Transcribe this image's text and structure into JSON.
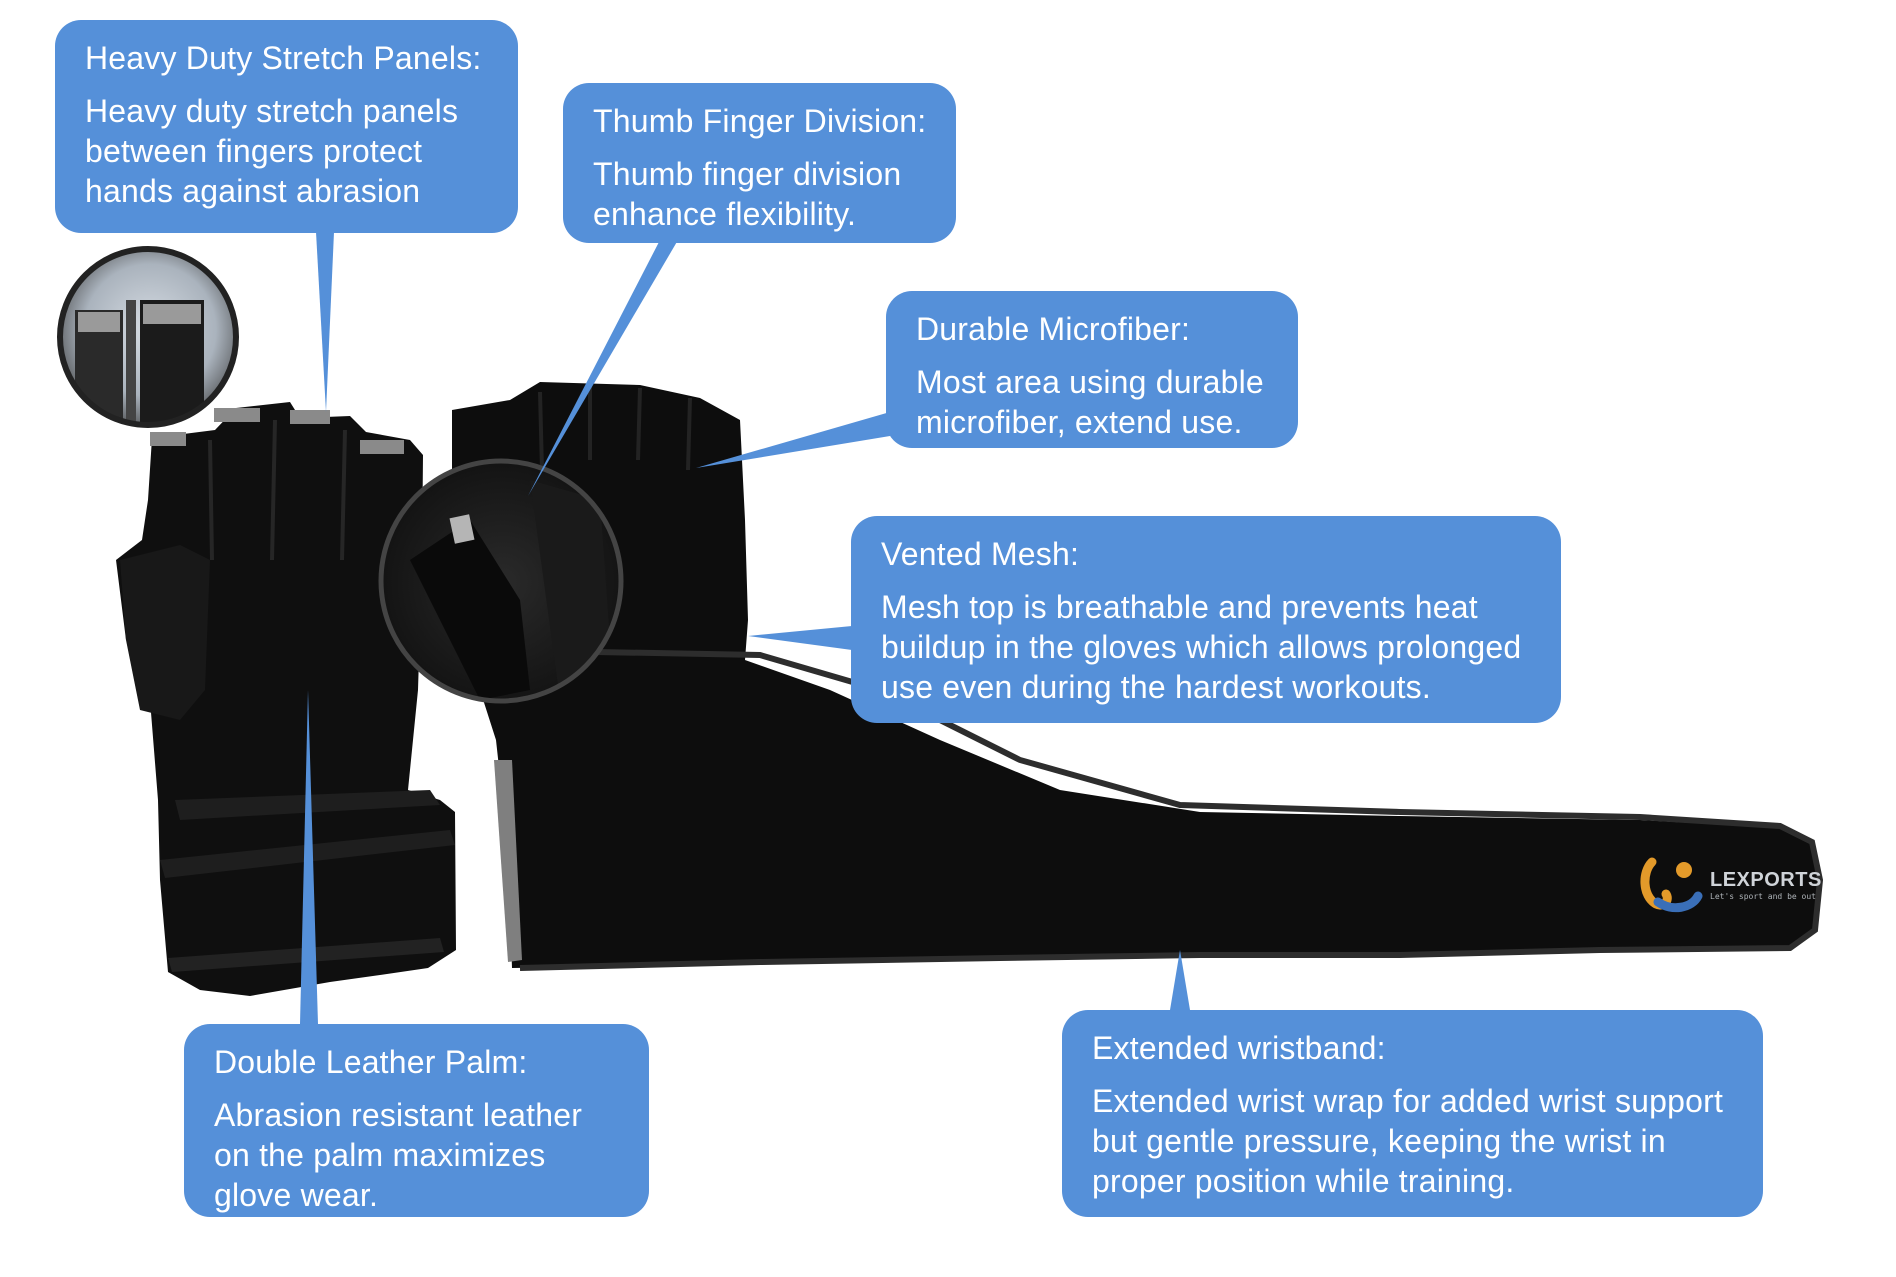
{
  "callouts": {
    "stretch": {
      "title": "Heavy Duty Stretch Panels:",
      "body": "Heavy duty stretch panels between fingers protect hands against abrasion"
    },
    "thumb": {
      "title": "Thumb Finger Division:",
      "body": "Thumb finger division enhance flexibility."
    },
    "microfiber": {
      "title": "Durable Microfiber:",
      "body": "Most area using durable microfiber, extend use."
    },
    "mesh": {
      "title": "Vented Mesh:",
      "body": "Mesh top is breathable and prevents heat buildup in the gloves which allows prolonged use even during the hardest workouts."
    },
    "palm": {
      "title": "Double Leather Palm:",
      "body": "Abrasion resistant leather on the palm maximizes glove wear."
    },
    "wristband": {
      "title": "Extended wristband:",
      "body": "Extended wrist wrap for added wrist support but gentle pressure, keeping the wrist in proper position while training."
    }
  },
  "brand": {
    "name": "LEXPORTS",
    "tagline": "Let's sport and be out"
  },
  "colors": {
    "callout": "#5590d9",
    "glove": "#0d0d0d",
    "trim": "#7f7f7f"
  }
}
